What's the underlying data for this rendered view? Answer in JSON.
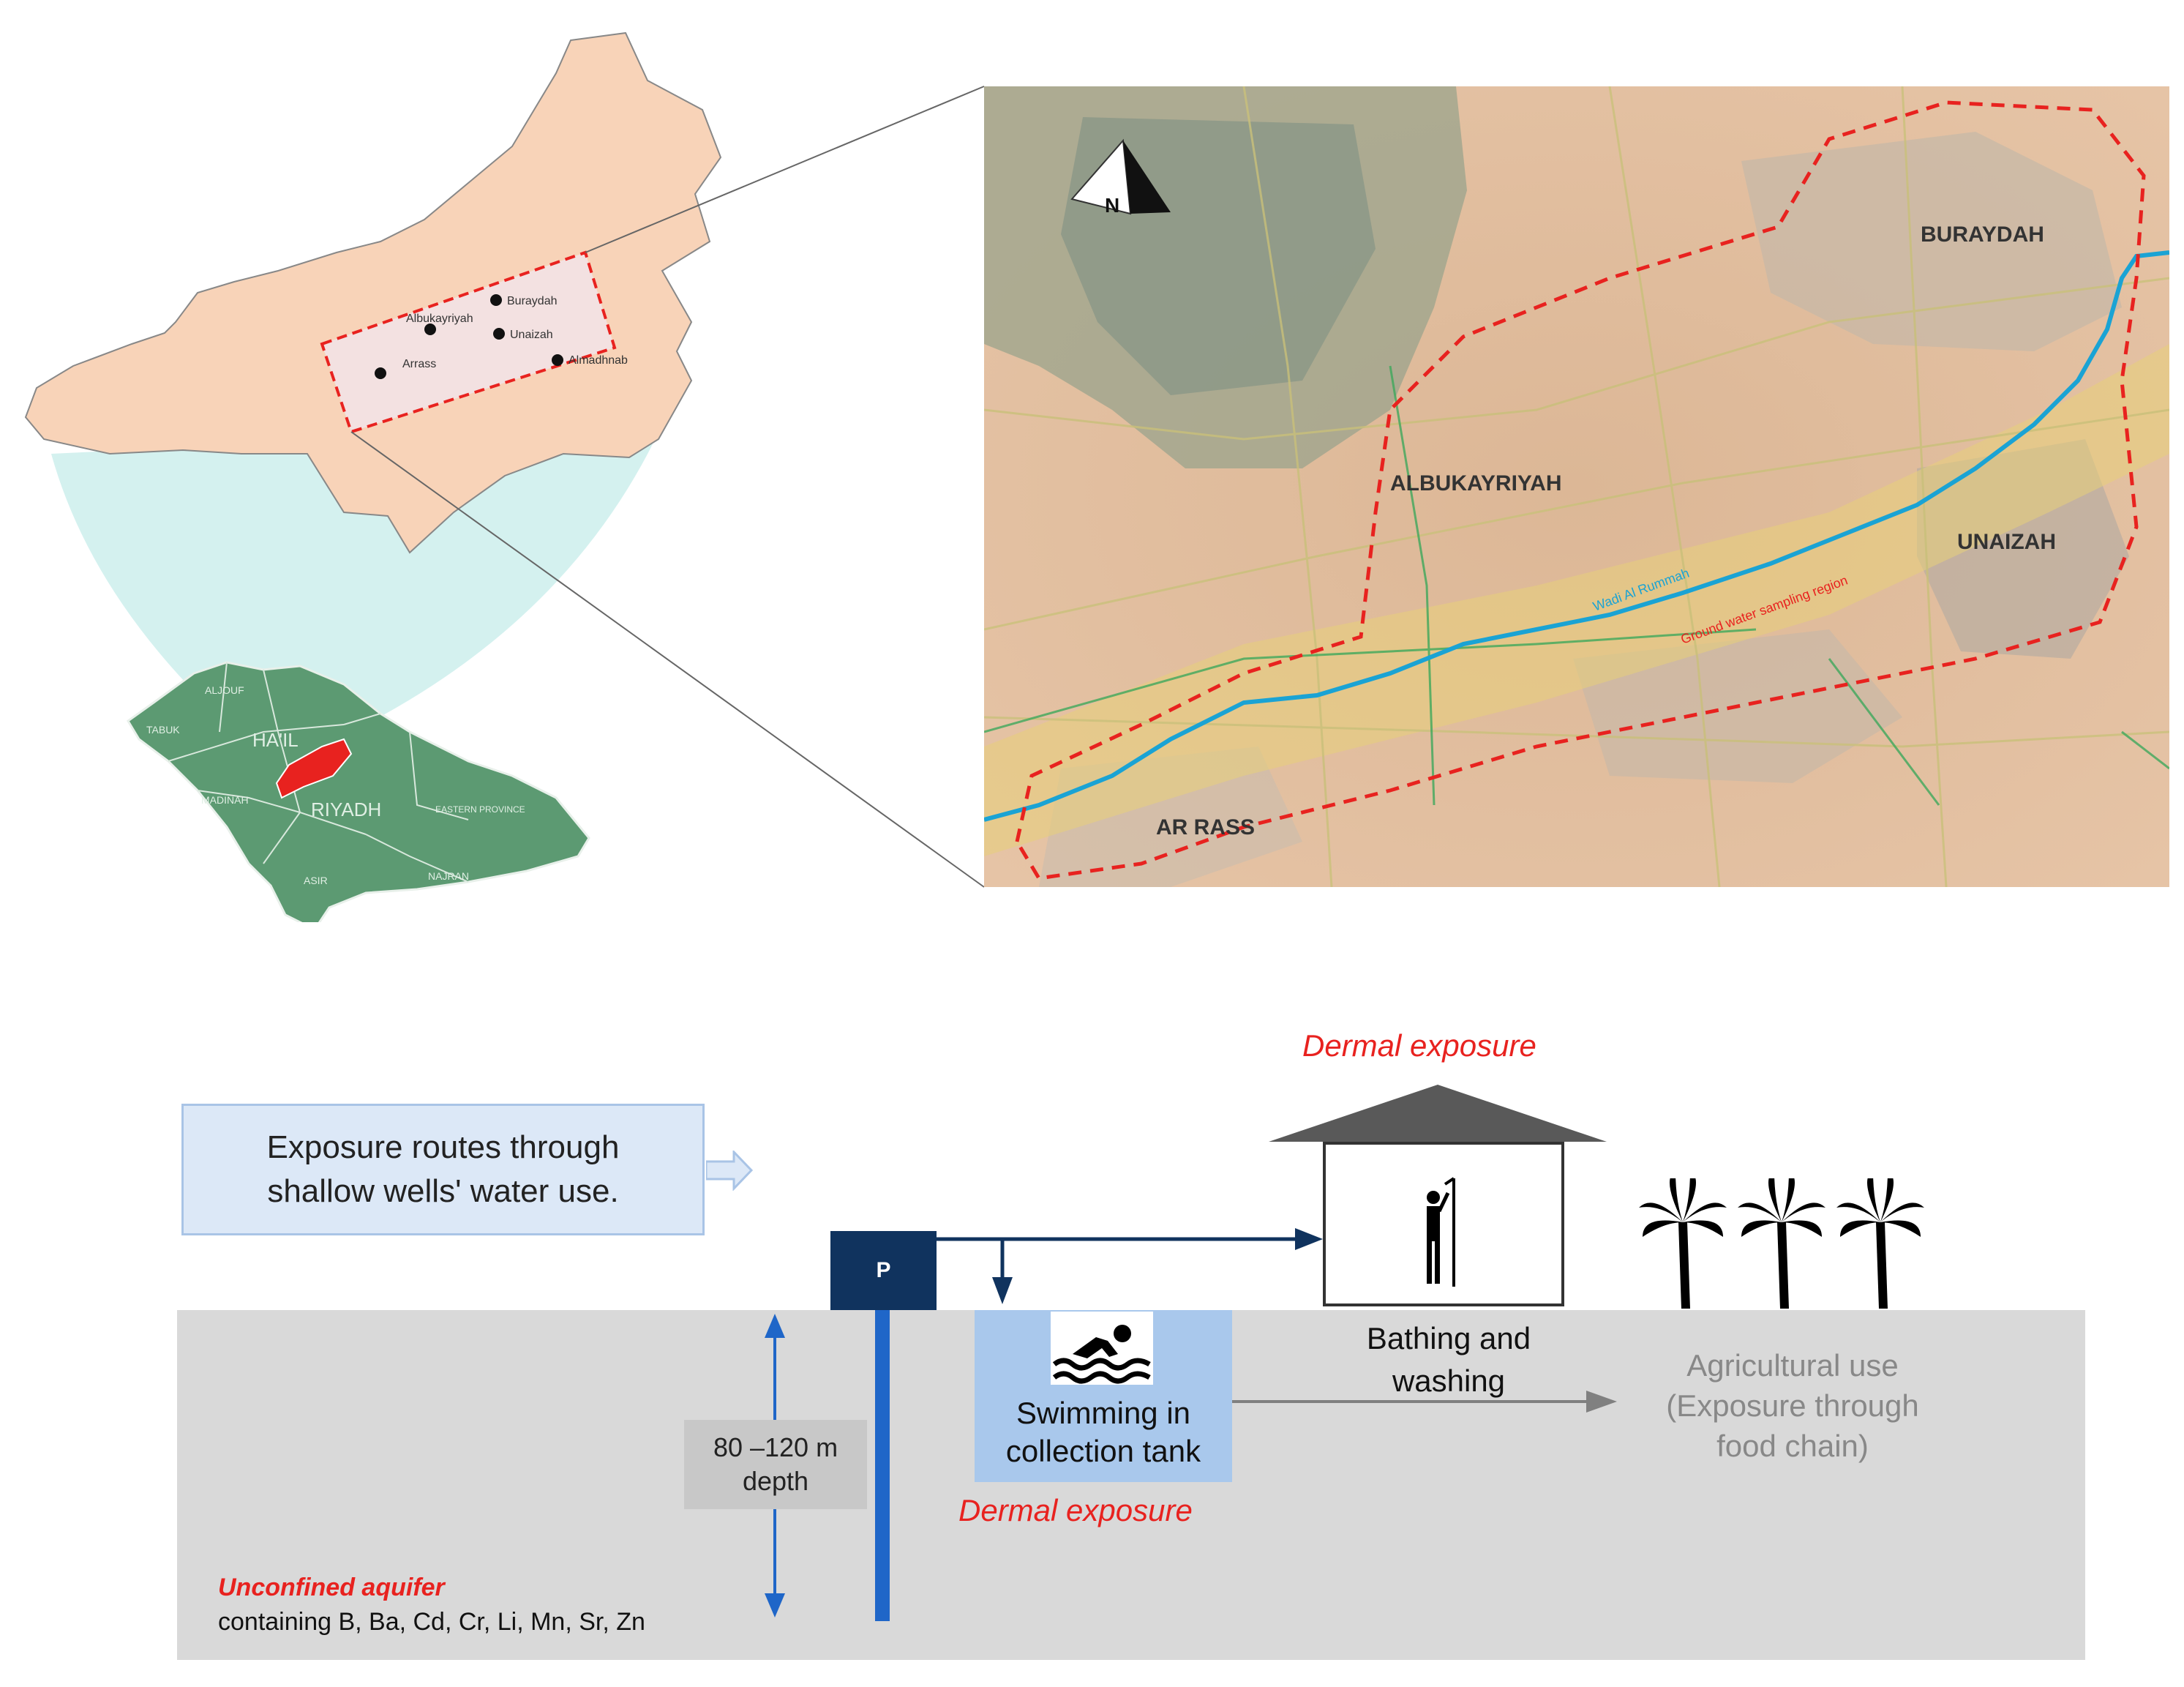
{
  "map": {
    "qassim_city_labels": [
      "Buraydah",
      "Albukayriyah",
      "Unaizah",
      "Arrass",
      "Almadhnab"
    ],
    "saudi_region_labels": [
      "TABUK",
      "ALJOUF",
      "HA'IL",
      "MADINAH",
      "RIYADH",
      "EASTERN PROVINCE",
      "ASIR",
      "NAJRAN"
    ],
    "satellite_labels": {
      "buraydah": "BURAYDAH",
      "albukayriyah": "ALBUKAYRIYAH",
      "unaizah": "UNAIZAH",
      "ar_rass": "AR RASS",
      "wadi": "Wadi Al Rummah",
      "sampling_region": "Ground water sampling region",
      "north": "N"
    },
    "colors": {
      "province_fill": "#f8d3b8",
      "saudi_fill": "#5c9a72",
      "highlight": "#e8221f",
      "river": "#1aa3d4",
      "funnel": "#d4f1ef"
    }
  },
  "diagram": {
    "info_box": {
      "line1": "Exposure routes through",
      "line2": "shallow wells' water use."
    },
    "pump_label": "P",
    "dermal_top": "Dermal exposure",
    "dermal_bottom": "Dermal exposure",
    "tank": {
      "line1": "Swimming in",
      "line2": "collection tank"
    },
    "bath": {
      "line1": "Bathing and",
      "line2": "washing"
    },
    "agri": {
      "line1": "Agricultural use",
      "line2": "(Exposure through",
      "line3": "food chain)"
    },
    "depth": {
      "line1": "80  –120 m",
      "line2": "depth"
    },
    "aquifer": {
      "title": "Unconfined aquifer",
      "text": "containing B, Ba, Cd, Cr, Li, Mn, Sr, Zn"
    }
  }
}
